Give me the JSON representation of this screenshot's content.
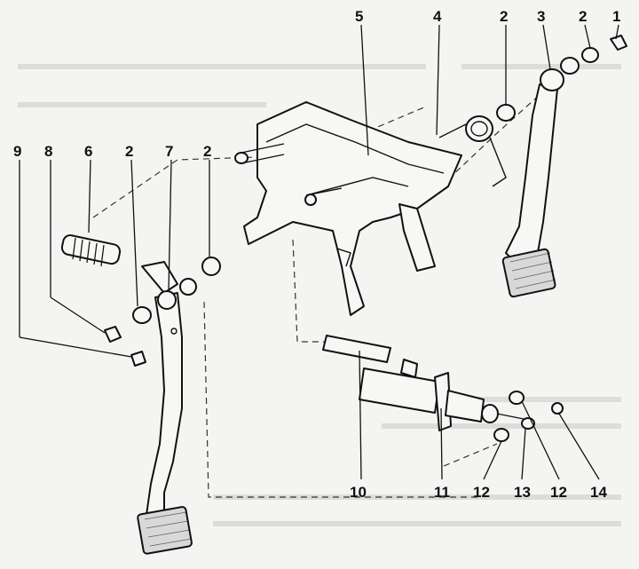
{
  "callouts": {
    "c1": "1",
    "c2a": "2",
    "c3": "3",
    "c2b": "2",
    "c4": "4",
    "c5": "5",
    "c9": "9",
    "c8": "8",
    "c6": "6",
    "c2c": "2",
    "c7": "7",
    "c2d": "2",
    "c10": "10",
    "c11": "11",
    "c12a": "12",
    "c13": "13",
    "c12b": "12",
    "c14": "14"
  }
}
